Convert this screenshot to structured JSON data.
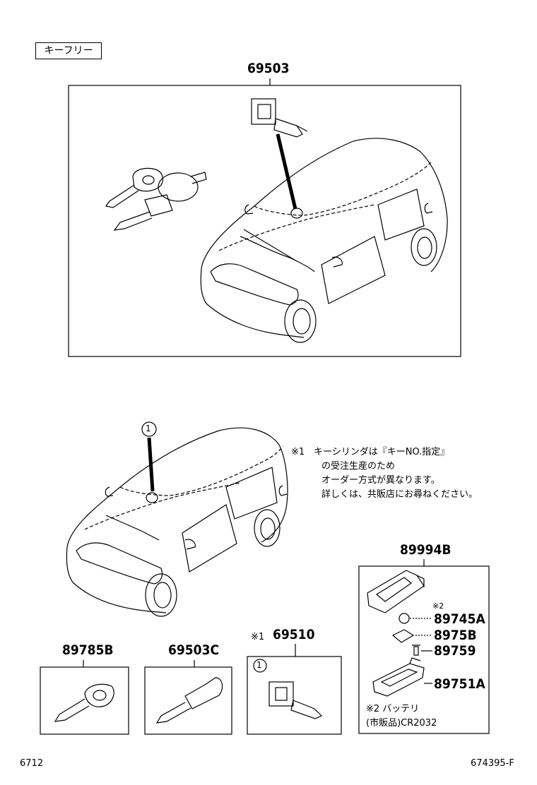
{
  "header_tag": "キーフリー",
  "parts": {
    "main_set": "69503",
    "battery_kit": "89994B",
    "key_blank": "89785B",
    "key_blank_c": "69503C",
    "cylinder": "69510",
    "battery": "89745A",
    "board": "8975B",
    "screw": "89759",
    "case": "89751A"
  },
  "marks": {
    "note1": "※1",
    "note2": "※2",
    "circle1": "1"
  },
  "note1_lines": [
    "キーシリンダは『キーNO.指定』",
    "の受注生産のため",
    "オーダー方式が異なります。",
    "詳しくは、共販店にお尋ねください。"
  ],
  "note2_lines": [
    "※2 バッテリ",
    "(市販品)CR2032"
  ],
  "footer": {
    "left": "6712",
    "right": "674395-F"
  }
}
